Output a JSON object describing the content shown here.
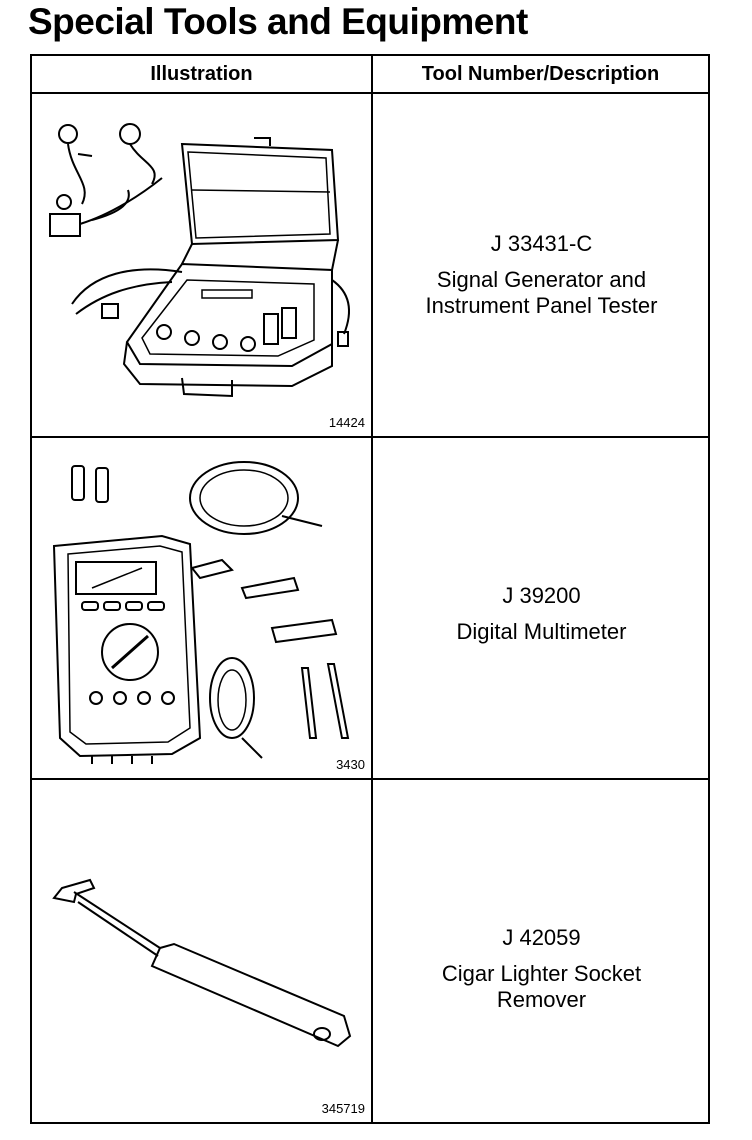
{
  "title": "Special Tools and Equipment",
  "table": {
    "headers": {
      "illustration": "Illustration",
      "tool": "Tool Number/Description"
    },
    "rows": [
      {
        "figure_number": "14424",
        "tool_number": "J 33431-C",
        "description": "Signal Generator and\nInstrument Panel Tester",
        "illustration_icon": "signal-generator-tester-kit"
      },
      {
        "figure_number": "3430",
        "tool_number": "J 39200",
        "description": "Digital Multimeter",
        "illustration_icon": "digital-multimeter"
      },
      {
        "figure_number": "345719",
        "tool_number": "J 42059",
        "description": "Cigar Lighter Socket\nRemover",
        "illustration_icon": "cigar-lighter-socket-remover"
      }
    ]
  }
}
